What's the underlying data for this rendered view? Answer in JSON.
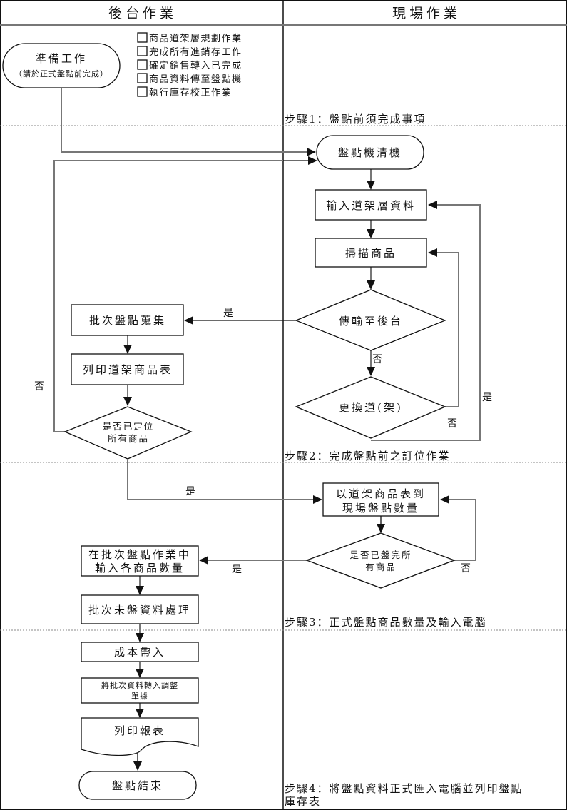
{
  "lanes": {
    "left": "後台作業",
    "right": "現場作業"
  },
  "checklist": [
    "商品道架層規劃作業",
    "完成所有進銷存工作",
    "確定銷售轉入已完成",
    "商品資料傳至盤點機",
    "執行庫存校正作業"
  ],
  "steps": {
    "step1": "步驟1：盤點前須完成事項",
    "step2": "步驟2：完成盤點前之訂位作業",
    "step3": "步驟3：正式盤點商品數量及輸入電腦",
    "step4_line1": "步驟4：將盤點資料正式匯入電腦並列印盤點",
    "step4_line2": "庫存表"
  },
  "nodes": {
    "prepare": "準備工作",
    "prepare_note": "（請於正式盤點前完成）",
    "clear_device": "盤點機清機",
    "input_shelf": "輸入道架層資料",
    "scan": "掃描商品",
    "transfer_decision": "傳輸至後台",
    "change_aisle": "更換道(架)",
    "batch_collect": "批次盤點蒐集",
    "print_shelf_list": "列印道架商品表",
    "located_all_l1": "是否已定位",
    "located_all_l2": "所有商品",
    "count_onsite_l1": "以道架商品表到",
    "count_onsite_l2": "現場盤點數量",
    "counted_all_l1": "是否已盤完所",
    "counted_all_l2": "有商品",
    "input_qty_l1": "在批次盤點作業中",
    "input_qty_l2": "輸入各商品數量",
    "unprocessed": "批次未盤資料處理",
    "cost_import": "成本帶入",
    "convert_l1": "將批次資料轉入調整",
    "convert_l2": "單據",
    "print_report": "列印報表",
    "end": "盤點結束"
  },
  "edge_labels": {
    "yes": "是",
    "no": "否"
  }
}
